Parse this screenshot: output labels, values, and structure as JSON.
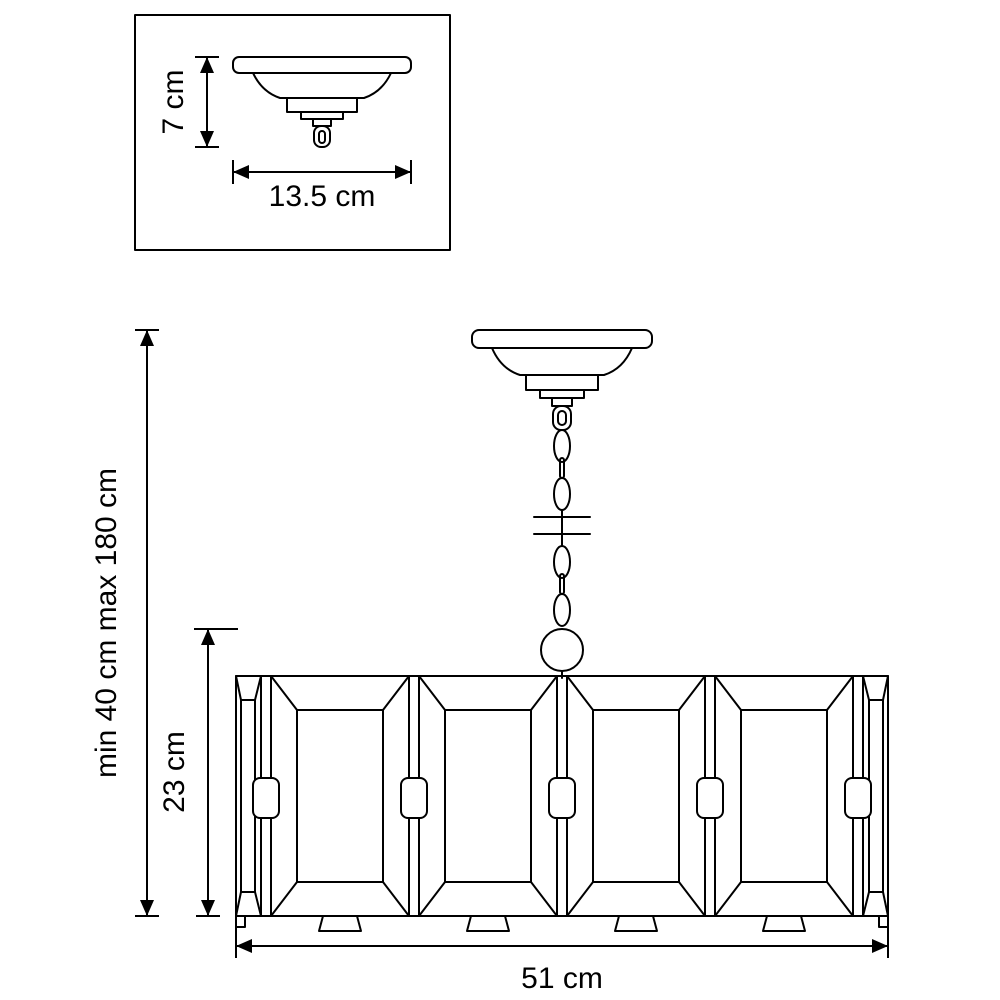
{
  "colors": {
    "background": "#ffffff",
    "line_color": "#000000"
  },
  "inset": {
    "height_label": "7 cm",
    "width_label": "13.5 cm"
  },
  "main": {
    "overall_height_label": "min 40 cm max 180 cm",
    "shade_height_label": "23 cm",
    "width_label": "51 cm"
  }
}
